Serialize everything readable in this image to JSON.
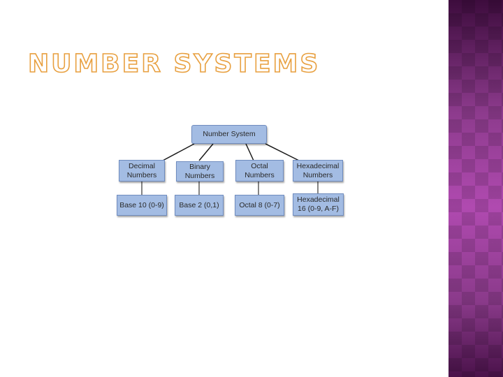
{
  "slide": {
    "title": "NUMBER SYSTEMS"
  },
  "diagram": {
    "root": "Number System",
    "categories": [
      "Decimal\nNumbers",
      "Binary\nNumbers",
      "Octal\nNumbers",
      "Hexadecimal\nNumbers"
    ],
    "bases": [
      "Base 10 (0-9)",
      "Base 2 (0,1)",
      "Octal 8 (0-7)",
      "Hexadecimal\n16 (0-9, A-F)"
    ]
  },
  "colors": {
    "node_fill": "#a3bce3",
    "node_border": "#6f8cbf",
    "title_outline": "#e8a040",
    "side_panel": "#8a3a8a"
  }
}
